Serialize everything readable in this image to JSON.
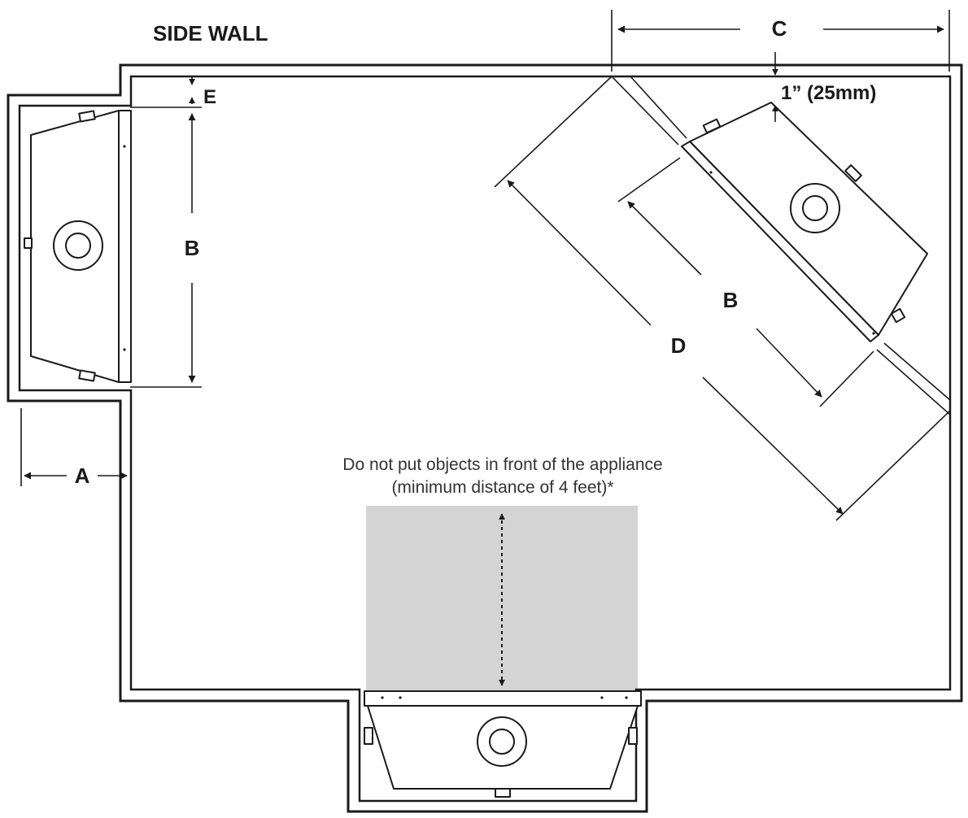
{
  "labels": {
    "side_wall": "SIDE WALL",
    "a": "A",
    "b_left": "B",
    "b_corner": "B",
    "c": "C",
    "d": "D",
    "e": "E",
    "clearance": "1” (25mm)"
  },
  "note": {
    "line1": "Do not put objects in front of the appliance",
    "line2": "(minimum distance of 4 feet)*"
  },
  "colors": {
    "clearance_zone": "#d4d4d4",
    "ink": "#1a1a1a"
  }
}
